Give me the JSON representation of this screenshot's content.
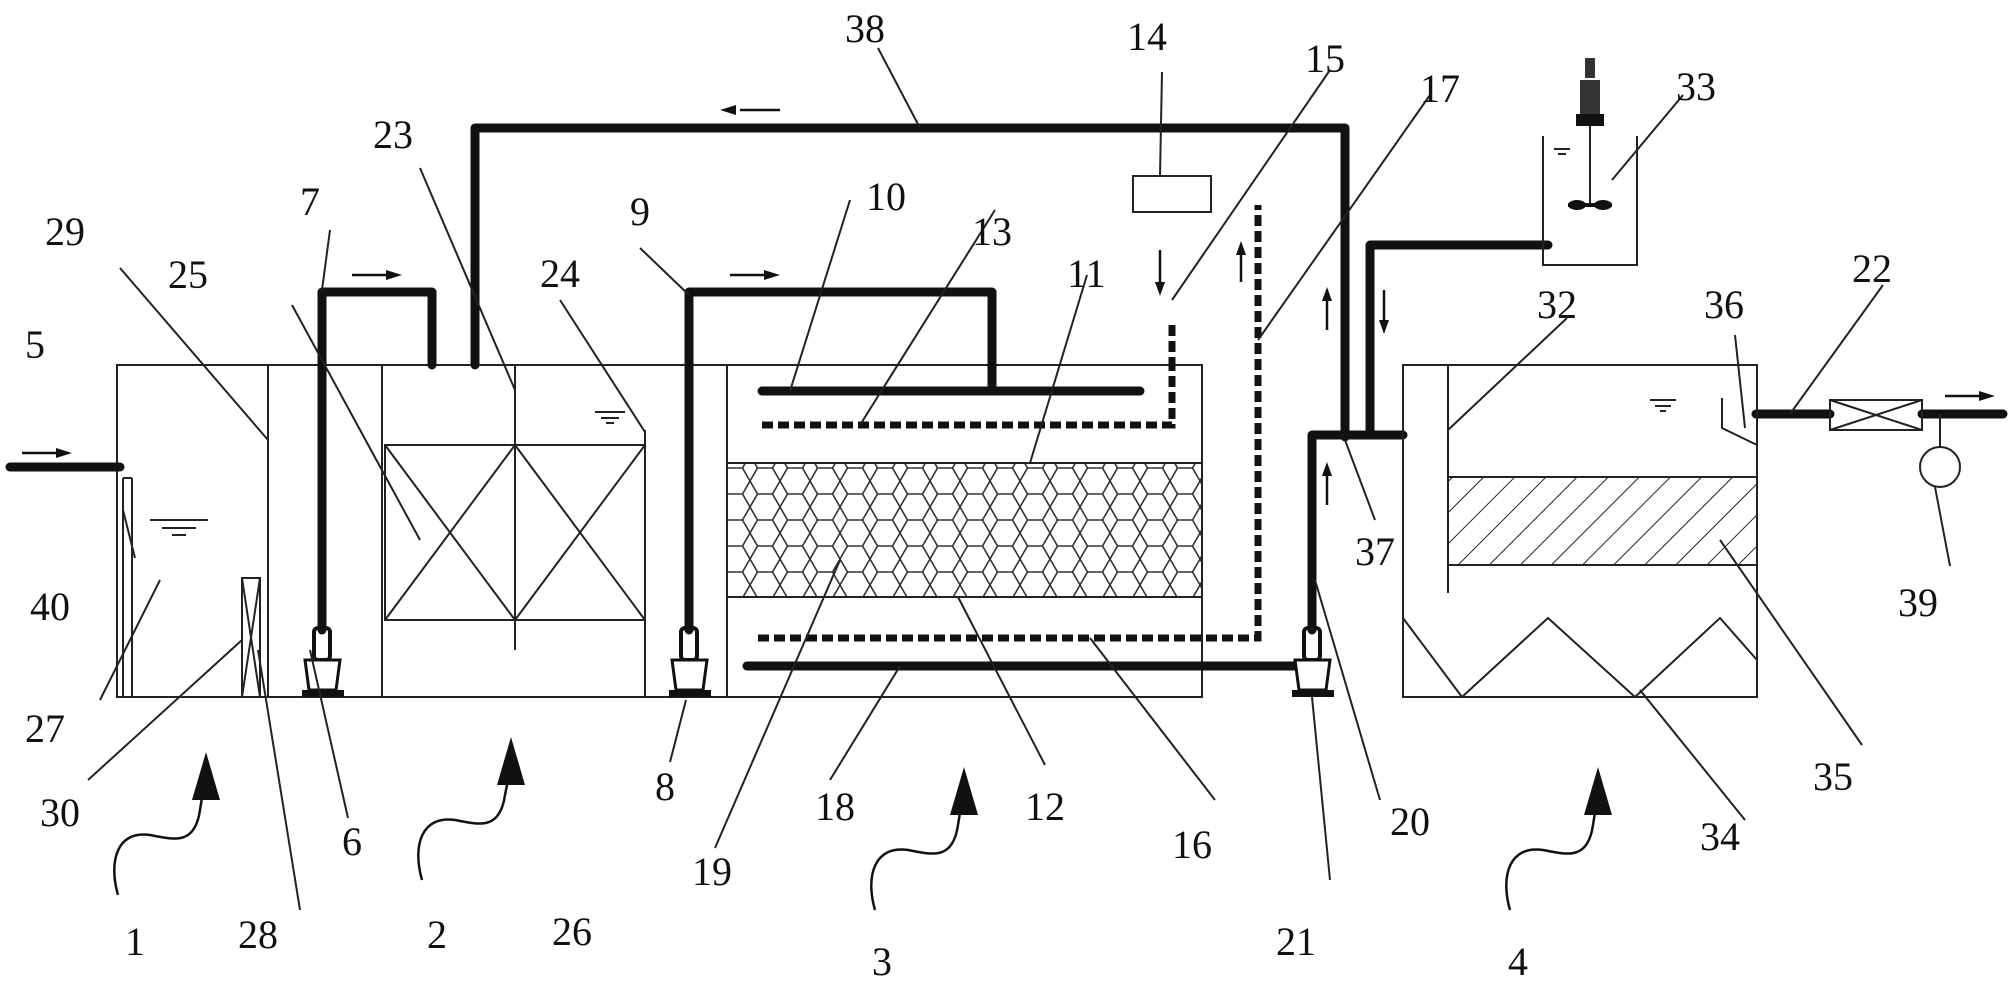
{
  "diagram": {
    "labels": [
      {
        "id": "l38",
        "text": "38"
      },
      {
        "id": "l14",
        "text": "14"
      },
      {
        "id": "l15",
        "text": "15"
      },
      {
        "id": "l17",
        "text": "17"
      },
      {
        "id": "l33",
        "text": "33"
      },
      {
        "id": "l23",
        "text": "23"
      },
      {
        "id": "l7",
        "text": "7"
      },
      {
        "id": "l29",
        "text": "29"
      },
      {
        "id": "l25",
        "text": "25"
      },
      {
        "id": "l9",
        "text": "9"
      },
      {
        "id": "l10",
        "text": "10"
      },
      {
        "id": "l13",
        "text": "13"
      },
      {
        "id": "l24",
        "text": "24"
      },
      {
        "id": "l11",
        "text": "11"
      },
      {
        "id": "l22",
        "text": "22"
      },
      {
        "id": "l32",
        "text": "32"
      },
      {
        "id": "l36",
        "text": "36"
      },
      {
        "id": "l5",
        "text": "5"
      },
      {
        "id": "l40",
        "text": "40"
      },
      {
        "id": "l27",
        "text": "27"
      },
      {
        "id": "l37",
        "text": "37"
      },
      {
        "id": "l39",
        "text": "39"
      },
      {
        "id": "l30",
        "text": "30"
      },
      {
        "id": "l6",
        "text": "6"
      },
      {
        "id": "l8",
        "text": "8"
      },
      {
        "id": "l18",
        "text": "18"
      },
      {
        "id": "l12",
        "text": "12"
      },
      {
        "id": "l16",
        "text": "16"
      },
      {
        "id": "l20",
        "text": "20"
      },
      {
        "id": "l35",
        "text": "35"
      },
      {
        "id": "l34",
        "text": "34"
      },
      {
        "id": "l19",
        "text": "19"
      },
      {
        "id": "l1",
        "text": "1"
      },
      {
        "id": "l28",
        "text": "28"
      },
      {
        "id": "l2",
        "text": "2"
      },
      {
        "id": "l26",
        "text": "26"
      },
      {
        "id": "l3",
        "text": "3"
      },
      {
        "id": "l21",
        "text": "21"
      },
      {
        "id": "l4",
        "text": "4"
      }
    ]
  }
}
